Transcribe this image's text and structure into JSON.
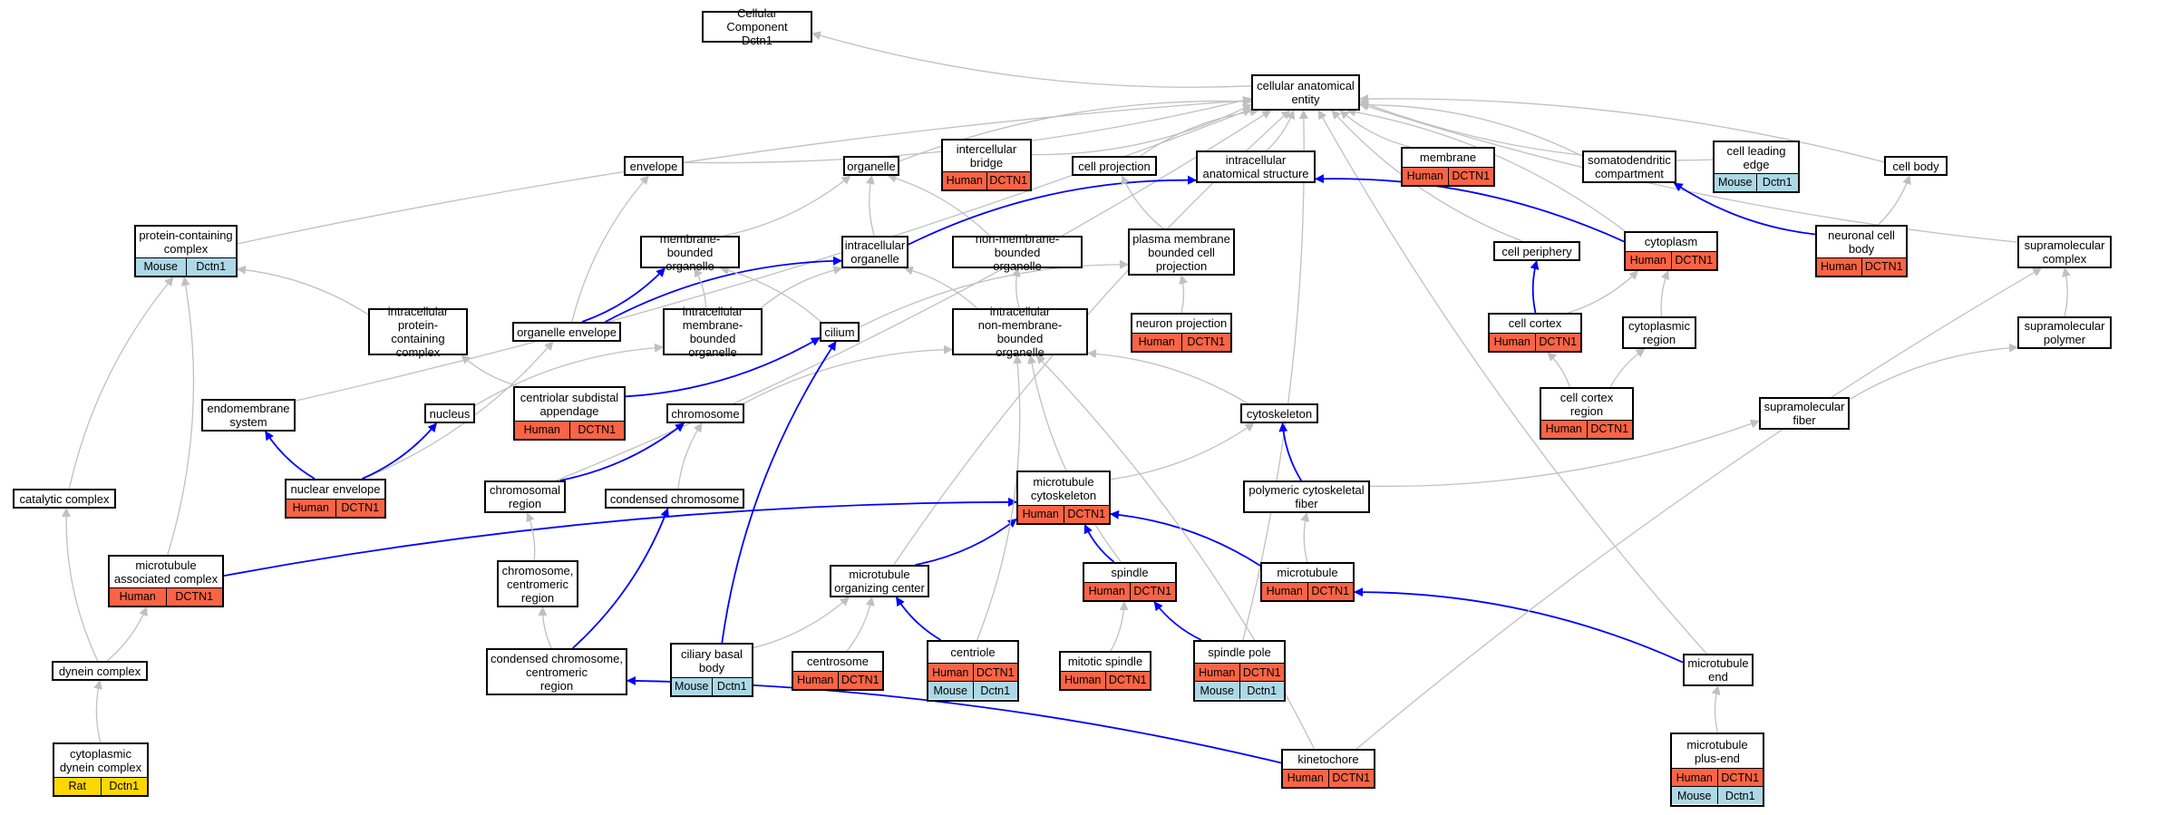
{
  "diagram": {
    "colors": {
      "human": "#fa6445",
      "mouse": "#add8e6",
      "rat": "#ffd700",
      "edge_gray": "#c0c0c0",
      "edge_blue": "#0000ff",
      "border": "#000000"
    },
    "nodes": {
      "root": {
        "label": "Cellular Component\nDctn1",
        "tags": []
      },
      "cae": {
        "label": "cellular anatomical\nentity",
        "tags": []
      },
      "envelope": {
        "label": "envelope",
        "tags": []
      },
      "organelle": {
        "label": "organelle",
        "tags": []
      },
      "icbridge": {
        "label": "intercellular\nbridge",
        "tags": [
          {
            "text": "Human",
            "kind": "human"
          },
          {
            "text": "DCTN1",
            "kind": "human"
          }
        ]
      },
      "cellproj": {
        "label": "cell projection",
        "tags": []
      },
      "ias": {
        "label": "intracellular\nanatomical structure",
        "tags": []
      },
      "membrane": {
        "label": "membrane",
        "tags": [
          {
            "text": "Human",
            "kind": "human"
          },
          {
            "text": "DCTN1",
            "kind": "human"
          }
        ]
      },
      "somato": {
        "label": "somatodendritic\ncompartment",
        "tags": []
      },
      "leading": {
        "label": "cell leading\nedge",
        "tags": [
          {
            "text": "Mouse",
            "kind": "mouse"
          },
          {
            "text": "Dctn1",
            "kind": "mouse"
          }
        ]
      },
      "cellbody": {
        "label": "cell body",
        "tags": []
      },
      "pcc": {
        "label": "protein-containing\ncomplex",
        "tags": [
          {
            "text": "Mouse",
            "kind": "mouse"
          },
          {
            "text": "Dctn1",
            "kind": "mouse"
          }
        ]
      },
      "mbo": {
        "label": "membrane-bounded\norganelle",
        "tags": []
      },
      "io": {
        "label": "intracellular\norganelle",
        "tags": []
      },
      "nmbo": {
        "label": "non-membrane-bounded\norganelle",
        "tags": []
      },
      "pmbcp": {
        "label": "plasma membrane\nbounded cell\nprojection",
        "tags": []
      },
      "cytoplasm": {
        "label": "cytoplasm",
        "tags": [
          {
            "text": "Human",
            "kind": "human"
          },
          {
            "text": "DCTN1",
            "kind": "human"
          }
        ]
      },
      "neuronbody": {
        "label": "neuronal cell\nbody",
        "tags": [
          {
            "text": "Human",
            "kind": "human"
          },
          {
            "text": "DCTN1",
            "kind": "human"
          }
        ]
      },
      "periphery": {
        "label": "cell periphery",
        "tags": []
      },
      "supracomplex": {
        "label": "supramolecular\ncomplex",
        "tags": []
      },
      "ipcc": {
        "label": "intracellular\nprotein-containing\ncomplex",
        "tags": []
      },
      "orgenv": {
        "label": "organelle envelope",
        "tags": []
      },
      "imbo": {
        "label": "intracellular\nmembrane-bounded\norganelle",
        "tags": []
      },
      "cilium": {
        "label": "cilium",
        "tags": []
      },
      "inmbo": {
        "label": "intracellular\nnon-membrane-bounded\norganelle",
        "tags": []
      },
      "neuronproj": {
        "label": "neuron projection",
        "tags": [
          {
            "text": "Human",
            "kind": "human"
          },
          {
            "text": "DCTN1",
            "kind": "human"
          }
        ]
      },
      "cortex": {
        "label": "cell cortex",
        "tags": [
          {
            "text": "Human",
            "kind": "human"
          },
          {
            "text": "DCTN1",
            "kind": "human"
          }
        ]
      },
      "cytoregion": {
        "label": "cytoplasmic\nregion",
        "tags": []
      },
      "suprapolymer": {
        "label": "supramolecular\npolymer",
        "tags": []
      },
      "endomembrane": {
        "label": "endomembrane\nsystem",
        "tags": []
      },
      "nucleus": {
        "label": "nucleus",
        "tags": []
      },
      "centriolarsub": {
        "label": "centriolar subdistal\nappendage",
        "tags": [
          {
            "text": "Human",
            "kind": "human"
          },
          {
            "text": "DCTN1",
            "kind": "human"
          }
        ]
      },
      "chromosome": {
        "label": "chromosome",
        "tags": []
      },
      "cytoskeleton": {
        "label": "cytoskeleton",
        "tags": []
      },
      "cortexregion": {
        "label": "cell cortex\nregion",
        "tags": [
          {
            "text": "Human",
            "kind": "human"
          },
          {
            "text": "DCTN1",
            "kind": "human"
          }
        ]
      },
      "suprafiber": {
        "label": "supramolecular\nfiber",
        "tags": []
      },
      "catalytic": {
        "label": "catalytic complex",
        "tags": []
      },
      "nucenv": {
        "label": "nuclear envelope",
        "tags": [
          {
            "text": "Human",
            "kind": "human"
          },
          {
            "text": "DCTN1",
            "kind": "human"
          }
        ]
      },
      "chromregion": {
        "label": "chromosomal\nregion",
        "tags": []
      },
      "condchrom": {
        "label": "condensed chromosome",
        "tags": []
      },
      "mtcyto": {
        "label": "microtubule\ncytoskeleton",
        "tags": [
          {
            "text": "Human",
            "kind": "human"
          },
          {
            "text": "DCTN1",
            "kind": "human"
          }
        ]
      },
      "polyfiber": {
        "label": "polymeric cytoskeletal\nfiber",
        "tags": []
      },
      "mtac": {
        "label": "microtubule\nassociated complex",
        "tags": [
          {
            "text": "Human",
            "kind": "human"
          },
          {
            "text": "DCTN1",
            "kind": "human"
          }
        ]
      },
      "chromcent": {
        "label": "chromosome,\ncentromeric\nregion",
        "tags": []
      },
      "mtoc": {
        "label": "microtubule\norganizing center",
        "tags": []
      },
      "spindle": {
        "label": "spindle",
        "tags": [
          {
            "text": "Human",
            "kind": "human"
          },
          {
            "text": "DCTN1",
            "kind": "human"
          }
        ]
      },
      "microtubule": {
        "label": "microtubule",
        "tags": [
          {
            "text": "Human",
            "kind": "human"
          },
          {
            "text": "DCTN1",
            "kind": "human"
          }
        ]
      },
      "dynein": {
        "label": "dynein complex",
        "tags": []
      },
      "condcent": {
        "label": "condensed chromosome,\ncentromeric\nregion",
        "tags": []
      },
      "ciliarybasal": {
        "label": "ciliary basal\nbody",
        "tags": [
          {
            "text": "Mouse",
            "kind": "mouse"
          },
          {
            "text": "Dctn1",
            "kind": "mouse"
          }
        ]
      },
      "centrosome": {
        "label": "centrosome",
        "tags": [
          {
            "text": "Human",
            "kind": "human"
          },
          {
            "text": "DCTN1",
            "kind": "human"
          }
        ]
      },
      "centriole": {
        "label": "centriole",
        "tags": [
          {
            "text": "Human",
            "kind": "human"
          },
          {
            "text": "DCTN1",
            "kind": "human"
          },
          {
            "text": "Mouse",
            "kind": "mouse"
          },
          {
            "text": "Dctn1",
            "kind": "mouse"
          }
        ]
      },
      "mitotic": {
        "label": "mitotic spindle",
        "tags": [
          {
            "text": "Human",
            "kind": "human"
          },
          {
            "text": "DCTN1",
            "kind": "human"
          }
        ]
      },
      "spindlepole": {
        "label": "spindle pole",
        "tags": [
          {
            "text": "Human",
            "kind": "human"
          },
          {
            "text": "DCTN1",
            "kind": "human"
          },
          {
            "text": "Mouse",
            "kind": "mouse"
          },
          {
            "text": "Dctn1",
            "kind": "mouse"
          }
        ]
      },
      "mtend": {
        "label": "microtubule\nend",
        "tags": []
      },
      "cytodynein": {
        "label": "cytoplasmic\ndynein complex",
        "tags": [
          {
            "text": "Rat",
            "kind": "rat"
          },
          {
            "text": "Dctn1",
            "kind": "rat"
          }
        ]
      },
      "kinetochore": {
        "label": "kinetochore",
        "tags": [
          {
            "text": "Human",
            "kind": "human"
          },
          {
            "text": "DCTN1",
            "kind": "human"
          }
        ]
      },
      "mtplus": {
        "label": "microtubule\nplus-end",
        "tags": [
          {
            "text": "Human",
            "kind": "human"
          },
          {
            "text": "DCTN1",
            "kind": "human"
          },
          {
            "text": "Mouse",
            "kind": "mouse"
          },
          {
            "text": "Dctn1",
            "kind": "mouse"
          }
        ]
      }
    },
    "edges": [
      {
        "from": "cae",
        "to": "root",
        "kind": "is_a"
      },
      {
        "from": "envelope",
        "to": "cae",
        "kind": "is_a"
      },
      {
        "from": "organelle",
        "to": "cae",
        "kind": "is_a"
      },
      {
        "from": "icbridge",
        "to": "cae",
        "kind": "is_a"
      },
      {
        "from": "cellproj",
        "to": "cae",
        "kind": "is_a"
      },
      {
        "from": "ias",
        "to": "cae",
        "kind": "is_a"
      },
      {
        "from": "membrane",
        "to": "cae",
        "kind": "is_a"
      },
      {
        "from": "somato",
        "to": "cae",
        "kind": "is_a"
      },
      {
        "from": "leading",
        "to": "cae",
        "kind": "is_a"
      },
      {
        "from": "cellbody",
        "to": "cae",
        "kind": "is_a"
      },
      {
        "from": "pcc",
        "to": "cae",
        "kind": "is_a"
      },
      {
        "from": "endomembrane",
        "to": "cae",
        "kind": "is_a"
      },
      {
        "from": "periphery",
        "to": "cae",
        "kind": "is_a"
      },
      {
        "from": "cytoplasm",
        "to": "cae",
        "kind": "is_a"
      },
      {
        "from": "supracomplex",
        "to": "cae",
        "kind": "is_a"
      },
      {
        "from": "chromregion",
        "to": "cae",
        "kind": "is_a"
      },
      {
        "from": "mtoc",
        "to": "cae",
        "kind": "is_a"
      },
      {
        "from": "spindlepole",
        "to": "cae",
        "kind": "is_a"
      },
      {
        "from": "mtend",
        "to": "cae",
        "kind": "is_a"
      },
      {
        "from": "mbo",
        "to": "organelle",
        "kind": "is_a"
      },
      {
        "from": "io",
        "to": "organelle",
        "kind": "is_a"
      },
      {
        "from": "nmbo",
        "to": "organelle",
        "kind": "is_a"
      },
      {
        "from": "io",
        "to": "ias",
        "kind": "part_of"
      },
      {
        "from": "cytoplasm",
        "to": "ias",
        "kind": "part_of"
      },
      {
        "from": "neuronbody",
        "to": "somato",
        "kind": "part_of"
      },
      {
        "from": "neuronbody",
        "to": "cellbody",
        "kind": "is_a"
      },
      {
        "from": "pmbcp",
        "to": "cellproj",
        "kind": "is_a"
      },
      {
        "from": "neuronproj",
        "to": "pmbcp",
        "kind": "is_a"
      },
      {
        "from": "cilium",
        "to": "pmbcp",
        "kind": "is_a"
      },
      {
        "from": "ipcc",
        "to": "pcc",
        "kind": "is_a"
      },
      {
        "from": "catalytic",
        "to": "pcc",
        "kind": "is_a"
      },
      {
        "from": "mtac",
        "to": "pcc",
        "kind": "is_a"
      },
      {
        "from": "orgenv",
        "to": "envelope",
        "kind": "is_a"
      },
      {
        "from": "orgenv",
        "to": "mbo",
        "kind": "part_of"
      },
      {
        "from": "orgenv",
        "to": "io",
        "kind": "part_of"
      },
      {
        "from": "imbo",
        "to": "mbo",
        "kind": "is_a"
      },
      {
        "from": "imbo",
        "to": "io",
        "kind": "is_a"
      },
      {
        "from": "cilium",
        "to": "mbo",
        "kind": "is_a"
      },
      {
        "from": "inmbo",
        "to": "nmbo",
        "kind": "is_a"
      },
      {
        "from": "inmbo",
        "to": "io",
        "kind": "is_a"
      },
      {
        "from": "centriolarsub",
        "to": "ipcc",
        "kind": "is_a"
      },
      {
        "from": "centriolarsub",
        "to": "cilium",
        "kind": "part_of"
      },
      {
        "from": "nucleus",
        "to": "imbo",
        "kind": "is_a"
      },
      {
        "from": "nucenv",
        "to": "orgenv",
        "kind": "is_a"
      },
      {
        "from": "nucenv",
        "to": "endomembrane",
        "kind": "part_of"
      },
      {
        "from": "nucenv",
        "to": "nucleus",
        "kind": "part_of"
      },
      {
        "from": "chromosome",
        "to": "inmbo",
        "kind": "is_a"
      },
      {
        "from": "cytoskeleton",
        "to": "inmbo",
        "kind": "is_a"
      },
      {
        "from": "cortex",
        "to": "periphery",
        "kind": "part_of"
      },
      {
        "from": "cortex",
        "to": "cytoplasm",
        "kind": "is_a"
      },
      {
        "from": "cytoregion",
        "to": "cytoplasm",
        "kind": "is_a"
      },
      {
        "from": "cortexregion",
        "to": "cortex",
        "kind": "is_a"
      },
      {
        "from": "cortexregion",
        "to": "cytoregion",
        "kind": "is_a"
      },
      {
        "from": "suprapolymer",
        "to": "supracomplex",
        "kind": "is_a"
      },
      {
        "from": "suprafiber",
        "to": "suprapolymer",
        "kind": "is_a"
      },
      {
        "from": "polyfiber",
        "to": "suprafiber",
        "kind": "is_a"
      },
      {
        "from": "polyfiber",
        "to": "cytoskeleton",
        "kind": "part_of"
      },
      {
        "from": "chromregion",
        "to": "chromosome",
        "kind": "part_of"
      },
      {
        "from": "condchrom",
        "to": "chromosome",
        "kind": "is_a"
      },
      {
        "from": "mtcyto",
        "to": "cytoskeleton",
        "kind": "is_a"
      },
      {
        "from": "microtubule",
        "to": "polyfiber",
        "kind": "is_a"
      },
      {
        "from": "microtubule",
        "to": "mtcyto",
        "kind": "part_of"
      },
      {
        "from": "mtac",
        "to": "mtcyto",
        "kind": "part_of"
      },
      {
        "from": "mtoc",
        "to": "mtcyto",
        "kind": "part_of"
      },
      {
        "from": "spindle",
        "to": "mtcyto",
        "kind": "part_of"
      },
      {
        "from": "chromcent",
        "to": "chromregion",
        "kind": "is_a"
      },
      {
        "from": "condcent",
        "to": "chromcent",
        "kind": "is_a"
      },
      {
        "from": "condcent",
        "to": "condchrom",
        "kind": "part_of"
      },
      {
        "from": "dynein",
        "to": "catalytic",
        "kind": "is_a"
      },
      {
        "from": "dynein",
        "to": "mtac",
        "kind": "is_a"
      },
      {
        "from": "cytodynein",
        "to": "dynein",
        "kind": "is_a"
      },
      {
        "from": "ciliarybasal",
        "to": "mtoc",
        "kind": "is_a"
      },
      {
        "from": "ciliarybasal",
        "to": "cilium",
        "kind": "part_of"
      },
      {
        "from": "centrosome",
        "to": "mtoc",
        "kind": "is_a"
      },
      {
        "from": "centriole",
        "to": "mtoc",
        "kind": "part_of"
      },
      {
        "from": "centriole",
        "to": "inmbo",
        "kind": "is_a"
      },
      {
        "from": "spindle",
        "to": "inmbo",
        "kind": "is_a"
      },
      {
        "from": "mitotic",
        "to": "spindle",
        "kind": "is_a"
      },
      {
        "from": "spindlepole",
        "to": "spindle",
        "kind": "part_of"
      },
      {
        "from": "mtend",
        "to": "microtubule",
        "kind": "part_of"
      },
      {
        "from": "mtplus",
        "to": "mtend",
        "kind": "is_a"
      },
      {
        "from": "kinetochore",
        "to": "condcent",
        "kind": "part_of"
      },
      {
        "from": "kinetochore",
        "to": "supracomplex",
        "kind": "is_a"
      },
      {
        "from": "kinetochore",
        "to": "inmbo",
        "kind": "is_a"
      }
    ]
  }
}
